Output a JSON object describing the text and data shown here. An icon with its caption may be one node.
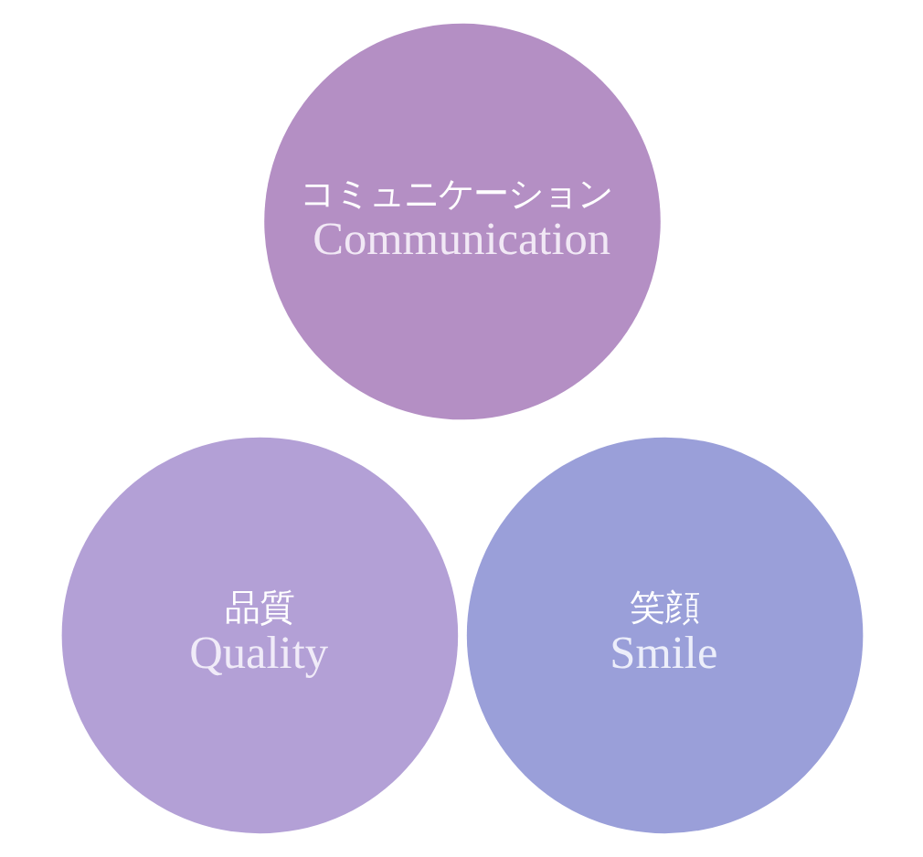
{
  "diagram": {
    "nodes": [
      {
        "text": [
          "コミュニケーション",
          "Communication"
        ]
      },
      {
        "text": [
          "品質",
          "Quality"
        ]
      },
      {
        "text": [
          "笑顔",
          "Smile"
        ]
      }
    ]
  }
}
